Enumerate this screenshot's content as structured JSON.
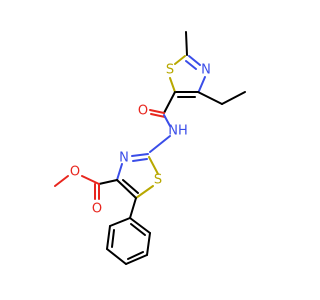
{
  "molecule": {
    "colors": {
      "carbon": "#000000",
      "sulfur": "#B8A800",
      "nitrogen": "#3A4DE8",
      "oxygen": "#E8261E"
    },
    "labels": {
      "s_upper": "S",
      "n_upper": "N",
      "o_carbonyl_amide": "O",
      "nh": "NH",
      "n_lower": "N",
      "s_lower": "S",
      "o_ester_single": "O",
      "o_ester_carbonyl": "O"
    }
  }
}
